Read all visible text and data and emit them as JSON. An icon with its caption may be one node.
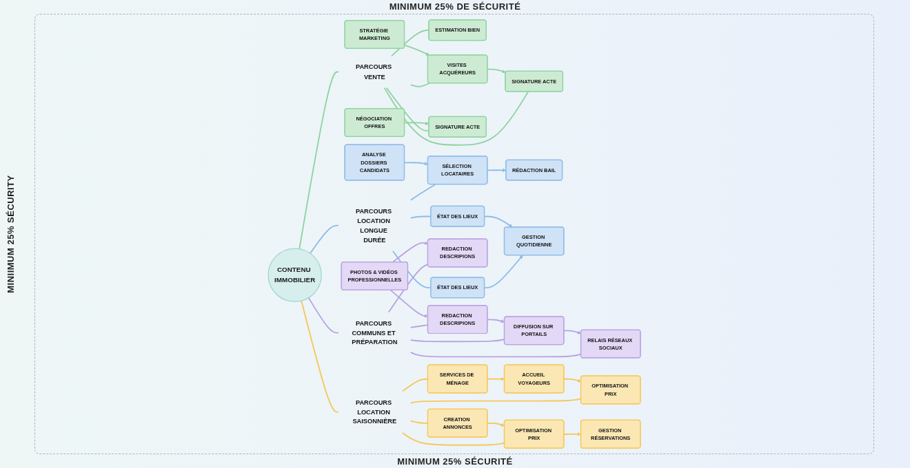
{
  "diagram": {
    "nodes": [
      {
        "text": [
          "CONTENU IMMOBILIER"
        ]
      },
      {
        "text": [
          "PARCOURS VENTE"
        ]
      },
      {
        "text": [
          "ESTIMATION BIEN"
        ]
      },
      {
        "text": [
          "STRATÉGIE MARKETING"
        ]
      },
      {
        "text": [
          "VISITES ACQUÉREURS"
        ]
      },
      {
        "text": [
          "SIGNATURE ACTE"
        ]
      },
      {
        "text": [
          "NÉGOCIATION OFFRES"
        ]
      },
      {
        "text": [
          "SIGNATURE ACTE"
        ]
      },
      {
        "text": [
          "PARCOURS LOCATION LONGUE DURÉE"
        ]
      },
      {
        "text": [
          "ANALYSE DOSSIERS CANDIDATS"
        ]
      },
      {
        "text": [
          "SÉLECTION LOCATAIRES"
        ]
      },
      {
        "text": [
          "RÉDACTION BAIL"
        ]
      },
      {
        "text": [
          "ÉTAT DES LIEUX"
        ]
      },
      {
        "text": [
          "ÉTAT DES LIEUX"
        ]
      },
      {
        "text": [
          "GESTION QUOTIDIENNE"
        ]
      },
      {
        "text": [
          "PARCOURS COMMUNS ET PRÉPARATION"
        ]
      },
      {
        "text": [
          "PHOTOS & VIDÉOS PROFESSIONNELLES"
        ]
      },
      {
        "text": [
          "REDACTION DESCRIPIONS"
        ]
      },
      {
        "text": [
          "REDACTION DESCRIPIONS"
        ]
      },
      {
        "text": [
          "DIFFUSION SUR PORTAILS"
        ]
      },
      {
        "text": [
          "RELAIS RÉSEAUX SOCIAUX"
        ]
      },
      {
        "text": [
          "PARCOURS LOCATION SAISONNIÈRE"
        ]
      },
      {
        "text": [
          "OPTIMISATION PRIX"
        ]
      },
      {
        "text": [
          "ACCUEIL VOYAGEURS"
        ]
      },
      {
        "text": [
          "CREATION ANNONCES"
        ]
      },
      {
        "text": [
          "OPTIMISATION PRIX"
        ]
      },
      {
        "text": [
          "GESTION RÉSERVATIONS"
        ]
      },
      {
        "text": [
          "SERVICES DE MÉNAGE"
        ]
      }
    ],
    "edges": [
      {
        "from": 0,
        "to": 1,
        "arrow": "none",
        "color": "#8fd3a0"
      },
      {
        "from": 1,
        "to": 2,
        "arrow": "none",
        "color": "#8fd3a0"
      },
      {
        "from": 1,
        "to": 4,
        "arrow": "none",
        "color": "#8fd3a0"
      },
      {
        "from": 1,
        "to": 5,
        "arrow": "none",
        "color": "#8fd3a0"
      },
      {
        "from": 1,
        "to": 7,
        "arrow": "none",
        "color": "#8fd3a0"
      },
      {
        "from": 3,
        "to": 4,
        "arrow": "to",
        "color": "#8fd3a0"
      },
      {
        "from": 4,
        "to": 5,
        "arrow": "to",
        "color": "#8fd3a0"
      },
      {
        "from": 6,
        "to": 7,
        "arrow": "to",
        "color": "#8fd3a0"
      },
      {
        "from": 0,
        "to": 8,
        "arrow": "none",
        "color": "#8dbbe8"
      },
      {
        "from": 8,
        "to": 10,
        "arrow": "none",
        "color": "#8dbbe8"
      },
      {
        "from": 8,
        "to": 12,
        "arrow": "none",
        "color": "#8dbbe8"
      },
      {
        "from": 8,
        "to": 13,
        "arrow": "none",
        "color": "#8dbbe8"
      },
      {
        "from": 9,
        "to": 10,
        "arrow": "to",
        "color": "#8dbbe8"
      },
      {
        "from": 10,
        "to": 11,
        "arrow": "to",
        "color": "#8dbbe8"
      },
      {
        "from": 12,
        "to": 14,
        "arrow": "to",
        "color": "#8dbbe8"
      },
      {
        "from": 13,
        "to": 14,
        "arrow": "to",
        "color": "#8dbbe8"
      },
      {
        "from": 0,
        "to": 15,
        "arrow": "none",
        "color": "#b9a2e3"
      },
      {
        "from": 15,
        "to": 17,
        "arrow": "none",
        "color": "#b9a2e3"
      },
      {
        "from": 15,
        "to": 18,
        "arrow": "none",
        "color": "#b9a2e3"
      },
      {
        "from": 15,
        "to": 19,
        "arrow": "none",
        "color": "#b9a2e3"
      },
      {
        "from": 15,
        "to": 20,
        "arrow": "none",
        "color": "#b9a2e3"
      },
      {
        "from": 16,
        "to": 17,
        "arrow": "to",
        "color": "#b9a2e3"
      },
      {
        "from": 16,
        "to": 18,
        "arrow": "to",
        "color": "#b9a2e3"
      },
      {
        "from": 18,
        "to": 19,
        "arrow": "to",
        "color": "#b9a2e3"
      },
      {
        "from": 19,
        "to": 20,
        "arrow": "to",
        "color": "#b9a2e3"
      },
      {
        "from": 0,
        "to": 21,
        "arrow": "none",
        "color": "#f6c75a"
      },
      {
        "from": 21,
        "to": 22,
        "arrow": "none",
        "color": "#f6c75a"
      },
      {
        "from": 21,
        "to": 24,
        "arrow": "none",
        "color": "#f6c75a"
      },
      {
        "from": 21,
        "to": 25,
        "arrow": "none",
        "color": "#f6c75a"
      },
      {
        "from": 21,
        "to": 27,
        "arrow": "none",
        "color": "#f6c75a"
      },
      {
        "from": 23,
        "to": 22,
        "arrow": "to",
        "color": "#f6c75a"
      },
      {
        "from": 24,
        "to": 25,
        "arrow": "to",
        "color": "#f6c75a"
      },
      {
        "from": 25,
        "to": 26,
        "arrow": "to",
        "color": "#f6c75a"
      },
      {
        "from": 27,
        "to": 23,
        "arrow": "to",
        "color": "#f6c75a"
      }
    ],
    "labels": [
      "MINIMUM 25% DE SÉCURITÉ",
      "MINIIMUM 25% SÉCURITY",
      "MINIMUM 25% SÉCURITÉ"
    ]
  }
}
